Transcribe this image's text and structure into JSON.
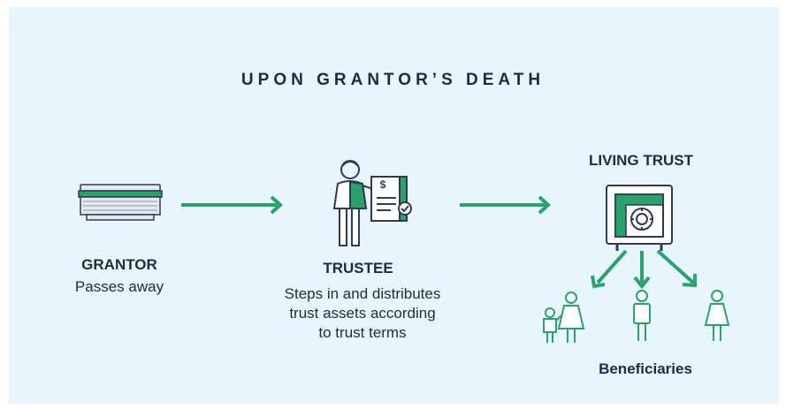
{
  "heading": "UPON GRANTOR’S DEATH",
  "grantor": {
    "title": "GRANTOR",
    "desc": "Passes away",
    "icon": "casket-icon"
  },
  "trustee": {
    "title": "TRUSTEE",
    "desc_lines": [
      "Steps in and distributes",
      "trust assets according",
      "to trust terms"
    ],
    "icon": "trustee-with-document-icon",
    "document_symbol": "$"
  },
  "living_trust": {
    "title": "LIVING TRUST",
    "icon": "safe-icon"
  },
  "beneficiaries": {
    "label": "Beneficiaries",
    "icons": [
      "adult-with-child-icon",
      "man-icon",
      "woman-icon"
    ]
  },
  "colors": {
    "accent_green": "#27a36b",
    "navy": "#1f2a44",
    "panel_bg": "#e8f5fc"
  }
}
